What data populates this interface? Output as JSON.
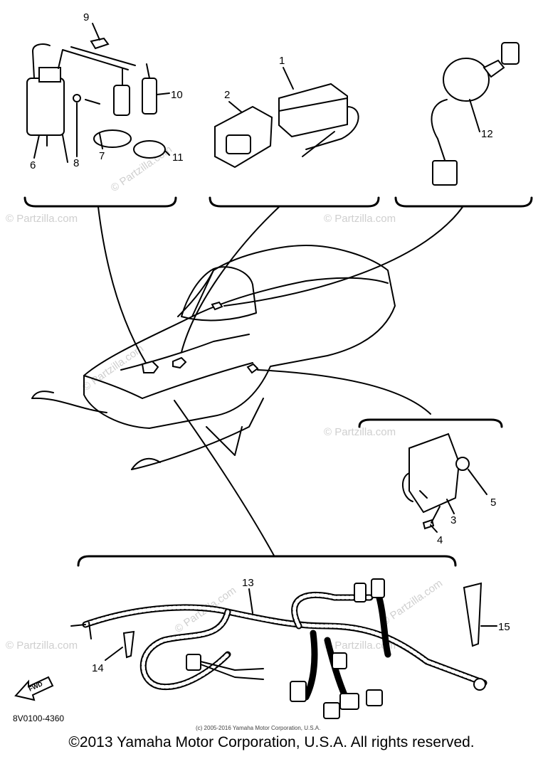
{
  "diagram": {
    "callouts": {
      "p1": "1",
      "p2": "2",
      "p3": "3",
      "p4": "4",
      "p5": "5",
      "p6": "6",
      "p7": "7",
      "p8": "8",
      "p9": "9",
      "p10": "10",
      "p11": "11",
      "p12": "12",
      "p13": "13",
      "p14": "14",
      "p15": "15"
    },
    "part_code": "8V0100-4360",
    "small_copyright": "(c) 2005-2016 Yamaha Motor Corporation, U.S.A.",
    "front_marker": "FWD",
    "watermark": "© Partzilla.com",
    "footer": "©2013 Yamaha Motor Corporation, U.S.A. All rights reserved."
  }
}
